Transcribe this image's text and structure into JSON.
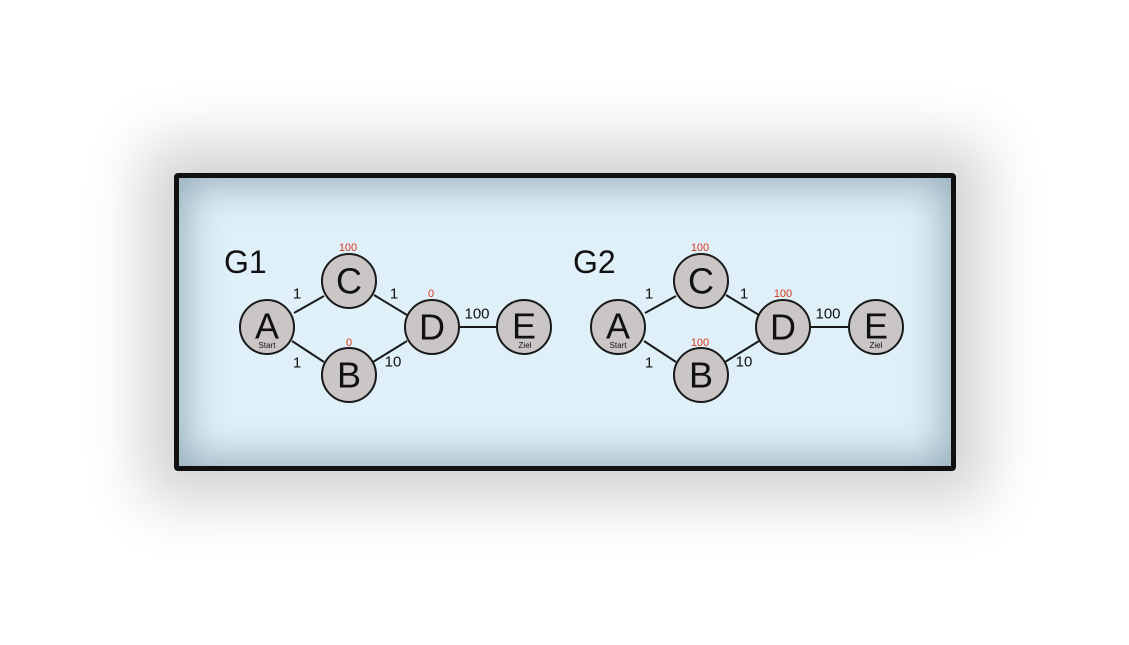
{
  "graphs": [
    {
      "label": "G1",
      "nodes": {
        "A": {
          "letter": "A",
          "sub": "Start",
          "value": ""
        },
        "B": {
          "letter": "B",
          "sub": "",
          "value": "0"
        },
        "C": {
          "letter": "C",
          "sub": "",
          "value": "100"
        },
        "D": {
          "letter": "D",
          "sub": "",
          "value": "0"
        },
        "E": {
          "letter": "E",
          "sub": "Ziel",
          "value": ""
        }
      },
      "edges": [
        {
          "from": "A",
          "to": "C",
          "weight": "1"
        },
        {
          "from": "A",
          "to": "B",
          "weight": "1"
        },
        {
          "from": "C",
          "to": "D",
          "weight": "1"
        },
        {
          "from": "B",
          "to": "D",
          "weight": "10"
        },
        {
          "from": "D",
          "to": "E",
          "weight": "100"
        }
      ]
    },
    {
      "label": "G2",
      "nodes": {
        "A": {
          "letter": "A",
          "sub": "Start",
          "value": ""
        },
        "B": {
          "letter": "B",
          "sub": "",
          "value": "100"
        },
        "C": {
          "letter": "C",
          "sub": "",
          "value": "100"
        },
        "D": {
          "letter": "D",
          "sub": "",
          "value": "100"
        },
        "E": {
          "letter": "E",
          "sub": "Ziel",
          "value": ""
        }
      },
      "edges": [
        {
          "from": "A",
          "to": "C",
          "weight": "1"
        },
        {
          "from": "A",
          "to": "B",
          "weight": "1"
        },
        {
          "from": "C",
          "to": "D",
          "weight": "1"
        },
        {
          "from": "B",
          "to": "D",
          "weight": "10"
        },
        {
          "from": "D",
          "to": "E",
          "weight": "100"
        }
      ]
    }
  ],
  "colors": {
    "panel_background": "#dff0f8",
    "node_fill": "#c9c6c5",
    "value_text": "#d9361c",
    "frame_border": "#111111"
  }
}
